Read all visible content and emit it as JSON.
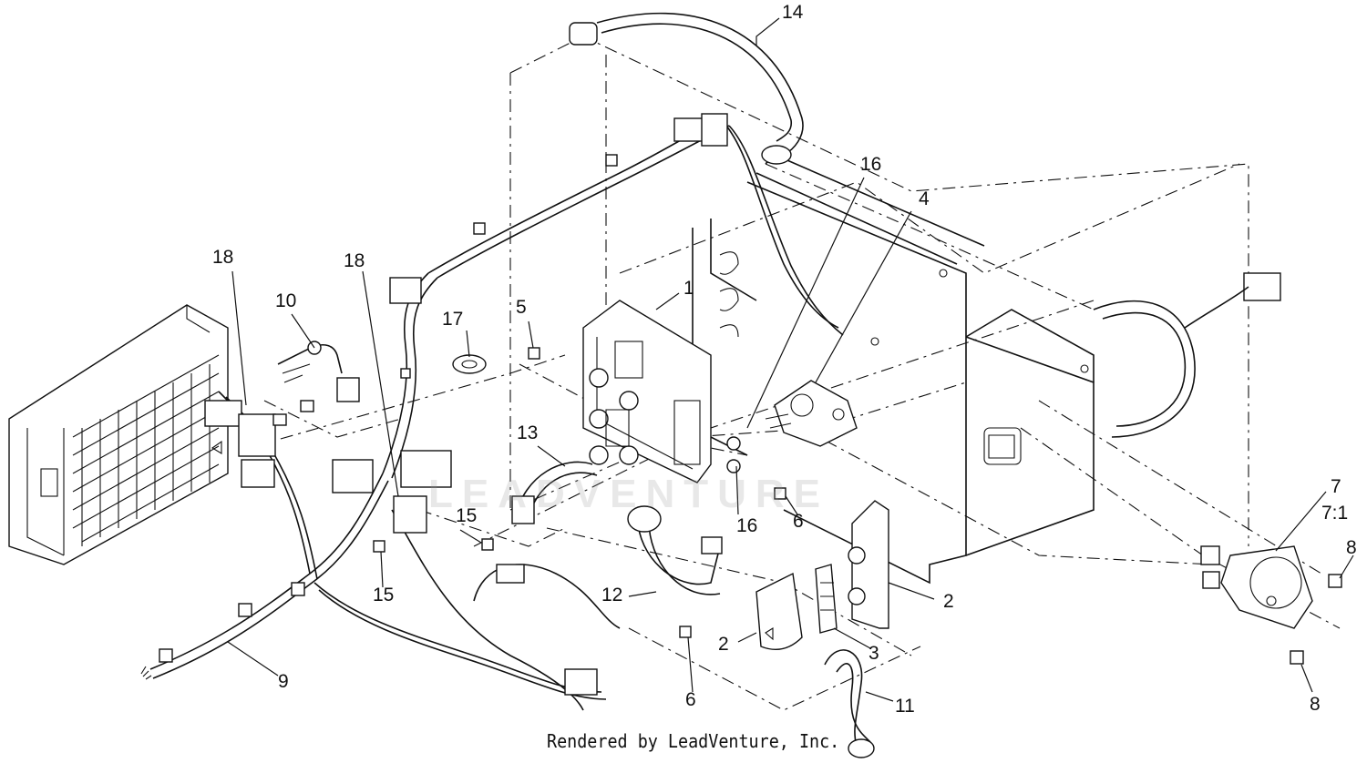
{
  "callouts": [
    {
      "label": "14"
    },
    {
      "label": "16"
    },
    {
      "label": "4"
    },
    {
      "label": "18"
    },
    {
      "label": "10"
    },
    {
      "label": "18"
    },
    {
      "label": "5"
    },
    {
      "label": "17"
    },
    {
      "label": "1"
    },
    {
      "label": "13"
    },
    {
      "label": "15"
    },
    {
      "label": "16"
    },
    {
      "label": "6"
    },
    {
      "label": "7"
    },
    {
      "label": "7:1"
    },
    {
      "label": "8"
    },
    {
      "label": "15"
    },
    {
      "label": "12"
    },
    {
      "label": "2"
    },
    {
      "label": "2"
    },
    {
      "label": "3"
    },
    {
      "label": "9"
    },
    {
      "label": "6"
    },
    {
      "label": "11"
    },
    {
      "label": "8"
    }
  ],
  "watermark": "LEADVENTURE",
  "footer": "Rendered by LeadVenture, Inc."
}
